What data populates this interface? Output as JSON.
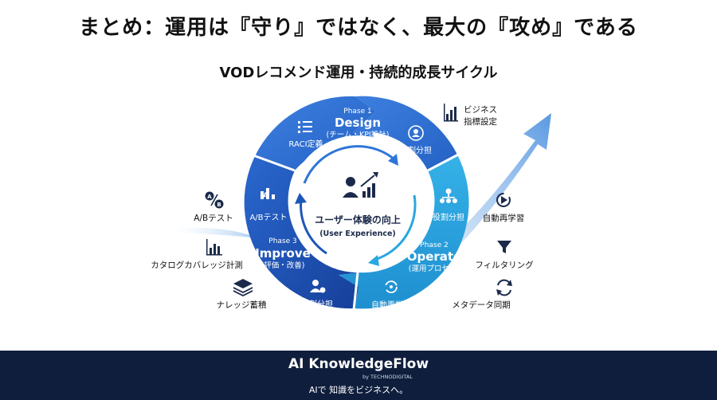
{
  "title": "まとめ：運用は『守り』ではなく、最大の『攻め』である",
  "subtitle": "VODレコメンド運用・持続的成長サイクル",
  "center": {
    "main": "ユーザー体験の向上",
    "sub": "(User Experience)"
  },
  "phases": {
    "design": {
      "number": "Phase 1",
      "name": "Design",
      "detail": "(チーム・KPI設計)",
      "items": [
        "RACI定義",
        "役割分担"
      ]
    },
    "operate": {
      "number": "Phase 2",
      "name": "Operate",
      "detail": "(運用プロセス)",
      "items": [
        "役割分担",
        "自動再学習"
      ]
    },
    "improve": {
      "number": "Phase 3",
      "name": "Improve",
      "detail": "(評価・改善)",
      "items": [
        "A/Bテスト",
        "役割分担"
      ]
    }
  },
  "side_items": {
    "right": [
      "ビジネス",
      "指標設定",
      "自動再学習",
      "フィルタリング",
      "メタデータ同期"
    ],
    "left": [
      "A/Bテスト",
      "カタログカバレッジ計測",
      "ナレッジ蓄積"
    ]
  },
  "footer": {
    "brand": "AI KnowledgeFlow",
    "by": "by TECHNODIGITAL",
    "tagline": "AIで 知識をビジネスへ。"
  },
  "colors": {
    "design": "#2f6fd3",
    "operate": "#2aa7e0",
    "improve": "#1d56b8",
    "footer": "#0f1e3c"
  }
}
